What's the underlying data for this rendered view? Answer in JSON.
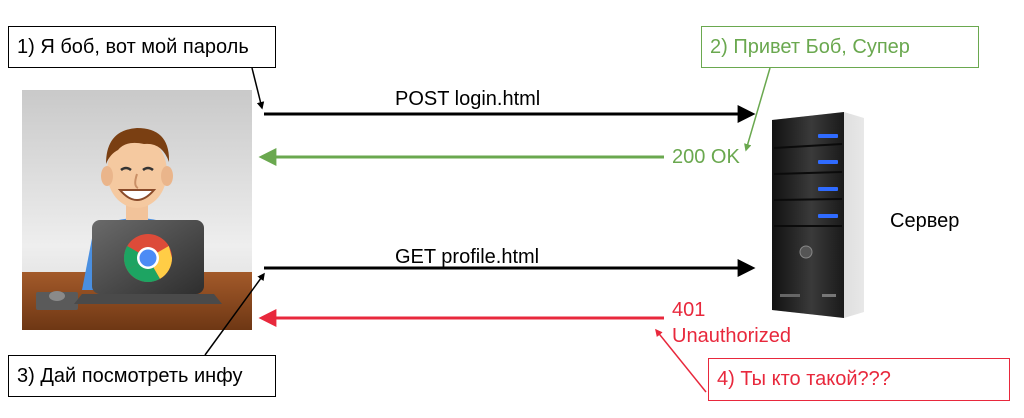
{
  "notes": {
    "step1": "1) Я боб, вот мой пароль",
    "step2": "2) Привет Боб, Супер",
    "step3": "3) Дай посмотреть инфу",
    "step4": "4) Ты кто такой???"
  },
  "messages": {
    "post_request": "POST login.html",
    "ok_response": "200 OK",
    "get_request": "GET profile.html",
    "unauth_code": "401",
    "unauth_text": "Unauthorized"
  },
  "server_label": "Сервер",
  "colors": {
    "request": "#000000",
    "ok": "#6aa84f",
    "error": "#e8283c",
    "server_led": "#2f6bff"
  },
  "icons": {
    "client": "user-at-laptop-icon",
    "browser": "chrome-logo-icon",
    "server": "server-tower-icon"
  }
}
